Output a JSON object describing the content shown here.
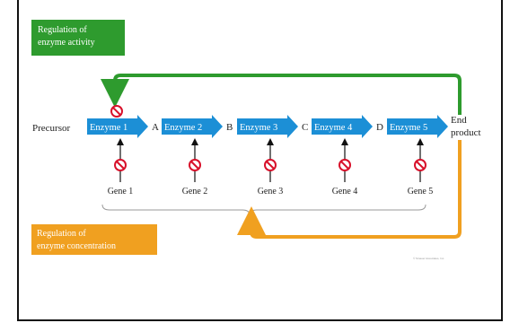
{
  "activity_box": {
    "line1": "Regulation of",
    "line2": "enzyme activity"
  },
  "concentration_box": {
    "line1": "Regulation of",
    "line2": "enzyme concentration"
  },
  "precursor_label": "Precursor",
  "end_product": {
    "line1": "End",
    "line2": "product"
  },
  "intermediates": [
    "A",
    "B",
    "C",
    "D"
  ],
  "enzymes": [
    "Enzyme 1",
    "Enzyme 2",
    "Enzyme 3",
    "Enzyme 4",
    "Enzyme 5"
  ],
  "genes": [
    "Gene 1",
    "Gene 2",
    "Gene 3",
    "Gene 4",
    "Gene 5"
  ],
  "credit": "© Sinauer Associates, Inc.",
  "colors": {
    "activity_green": "#2e9b2e",
    "concentration_orange": "#f0a020",
    "enzyme_blue": "#1c8fd6",
    "inhibit_red": "#d8102a"
  }
}
